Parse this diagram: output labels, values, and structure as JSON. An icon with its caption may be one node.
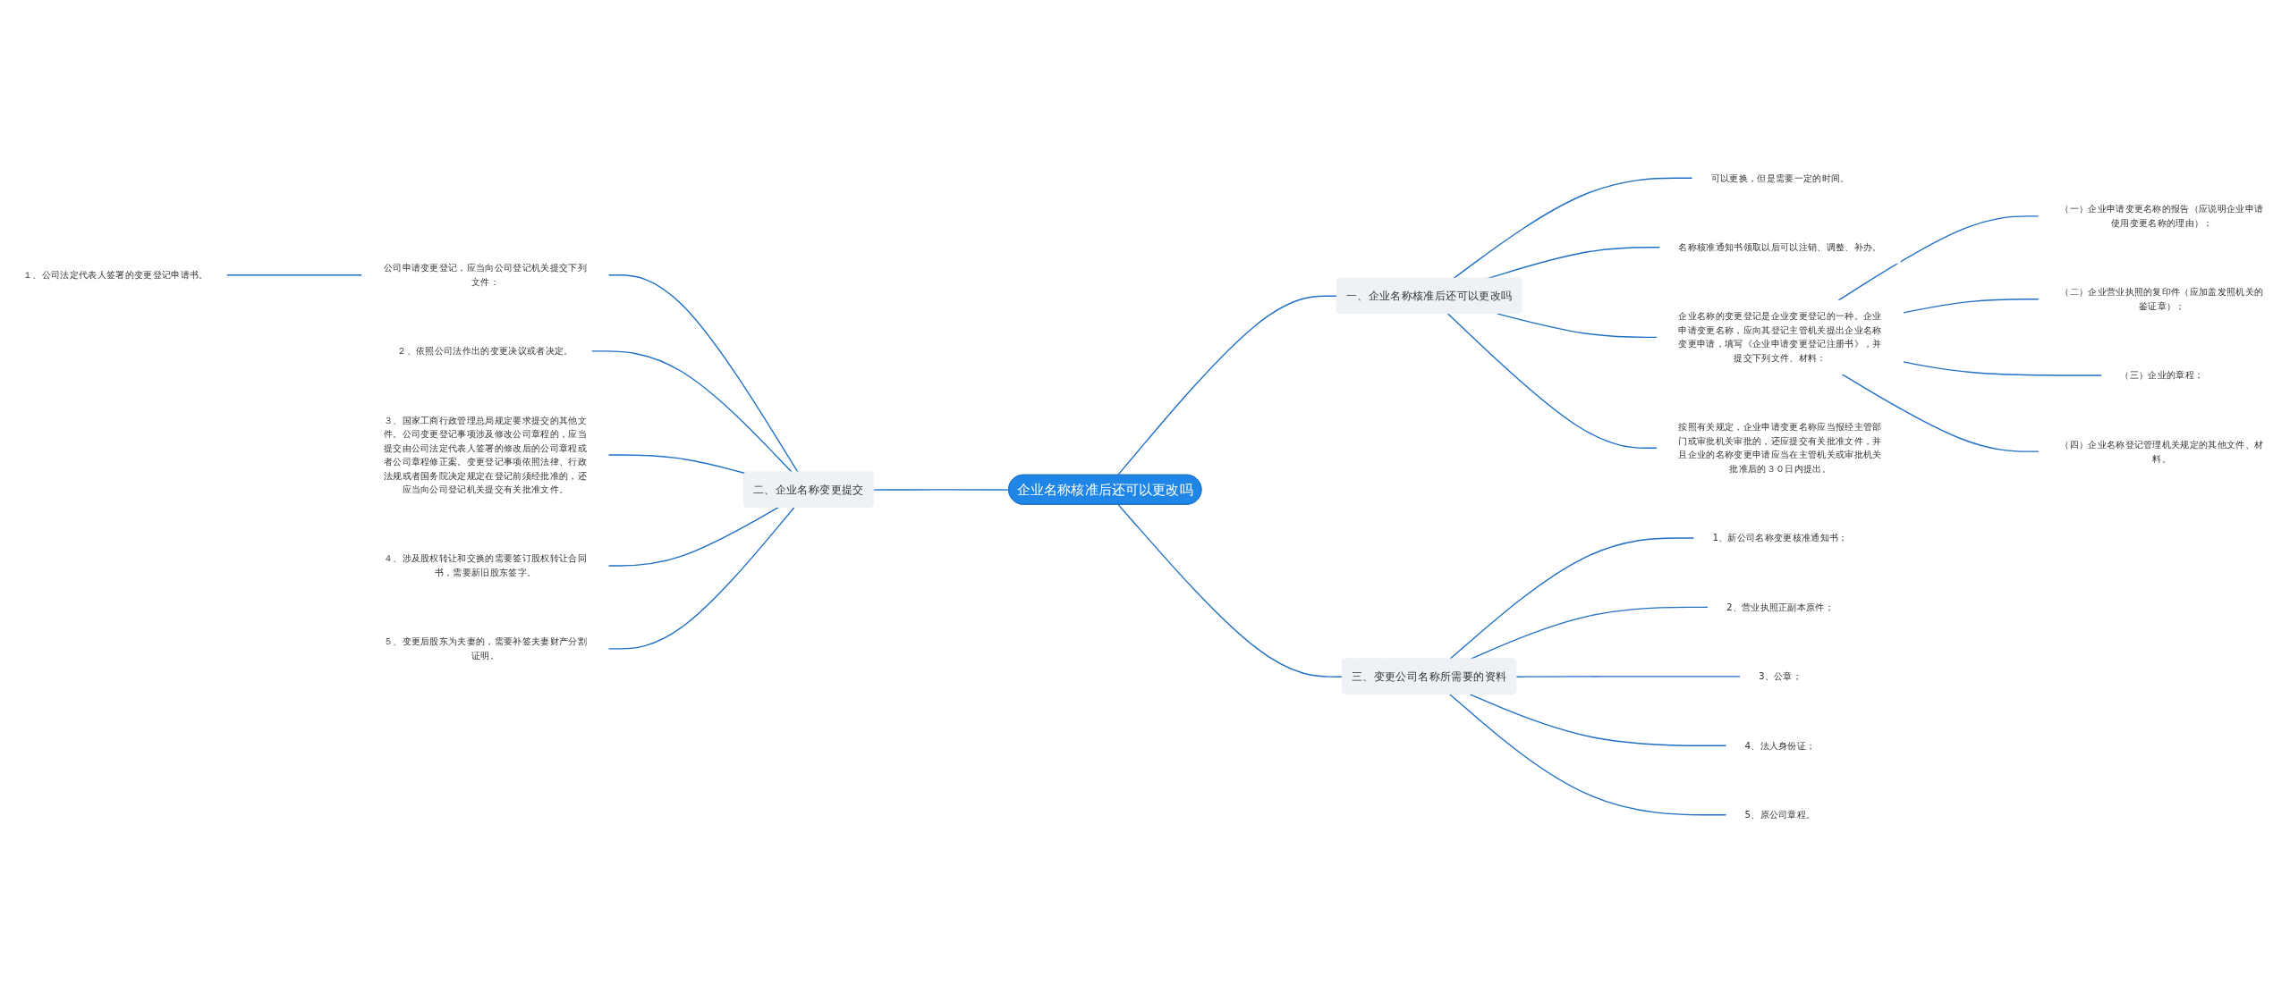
{
  "diagram": {
    "nodes": [
      {
        "text": [
          "企业名称核准后还可以更改吗"
        ]
      },
      {
        "text": [
          "一、企业名称核准后还可以更改吗"
        ]
      },
      {
        "text": [
          "可以更换，但是需要一定的时间。"
        ]
      },
      {
        "text": [
          "名称核准通知书领取以后可以注销、调整、补办。"
        ]
      },
      {
        "text": [
          "企业名称的变更登记是企业变更登记的一种。企业申请变更名称，应向其登记主管机关提出企业名称变更申请，填写《企业申请变更登记注册书》，并提交下列文件、材料："
        ]
      },
      {
        "text": [
          "（一）企业申请变更名称的报告（应说明企业申请使用变更名称的理由）；"
        ]
      },
      {
        "text": [
          "（二）企业营业执照的复印件（应加盖发照机关的鉴证章）；"
        ]
      },
      {
        "text": [
          "（三）企业的章程；"
        ]
      },
      {
        "text": [
          "（四）企业名称登记管理机关规定的其他文件、材料。"
        ]
      },
      {
        "text": [
          "按照有关规定，企业申请变更名称应当报经主管部门或审批机关审批的，还应提交有关批准文件，并且企业的名称变更申请应当在主管机关或审批机关批准后的３０日内提出。"
        ]
      },
      {
        "text": [
          "二、企业名称变更提交"
        ]
      },
      {
        "text": [
          "公司申请变更登记，应当向公司登记机关提交下列文件："
        ]
      },
      {
        "text": [
          "１、公司法定代表人签署的变更登记申请书。"
        ]
      },
      {
        "text": [
          "２、依照公司法作出的变更决议或者决定。"
        ]
      },
      {
        "text": [
          "３、国家工商行政管理总局规定要求提交的其他文件。公司变更登记事项涉及修改公司章程的，应当提交由公司法定代表人签署的修改后的公司章程或者公司章程修正案。变更登记事项依照法律、行政法规或者国务院决定规定在登记前须经批准的，还应当向公司登记机关提交有关批准文件。"
        ]
      },
      {
        "text": [
          "４、涉及股权转让和交换的需要签订股权转让合同书，需要新旧股东签字。"
        ]
      },
      {
        "text": [
          "５、变更后股东为夫妻的，需要补签夫妻财产分割证明。"
        ]
      },
      {
        "text": [
          "三、变更公司名称所需要的资料"
        ]
      },
      {
        "text": [
          "1、新公司名称变更核准通知书；"
        ]
      },
      {
        "text": [
          "2、营业执照正副本原件；"
        ]
      },
      {
        "text": [
          "3、公章；"
        ]
      },
      {
        "text": [
          "4、法人身份证；"
        ]
      },
      {
        "text": [
          "5、原公司章程。"
        ]
      }
    ],
    "edges": [
      {
        "from": 0,
        "to": 1,
        "arrow": "none"
      },
      {
        "from": 1,
        "to": 2,
        "arrow": "none"
      },
      {
        "from": 1,
        "to": 3,
        "arrow": "none"
      },
      {
        "from": 1,
        "to": 4,
        "arrow": "none"
      },
      {
        "from": 4,
        "to": 5,
        "arrow": "none"
      },
      {
        "from": 4,
        "to": 6,
        "arrow": "none"
      },
      {
        "from": 4,
        "to": 7,
        "arrow": "none"
      },
      {
        "from": 4,
        "to": 8,
        "arrow": "none"
      },
      {
        "from": 1,
        "to": 9,
        "arrow": "none"
      },
      {
        "from": 10,
        "to": 0,
        "arrow": "none"
      },
      {
        "from": 11,
        "to": 10,
        "arrow": "none"
      },
      {
        "from": 12,
        "to": 11,
        "arrow": "none"
      },
      {
        "from": 13,
        "to": 10,
        "arrow": "none"
      },
      {
        "from": 14,
        "to": 10,
        "arrow": "none"
      },
      {
        "from": 15,
        "to": 10,
        "arrow": "none"
      },
      {
        "from": 16,
        "to": 10,
        "arrow": "none"
      },
      {
        "from": 0,
        "to": 17,
        "arrow": "none"
      },
      {
        "from": 17,
        "to": 18,
        "arrow": "none"
      },
      {
        "from": 17,
        "to": 19,
        "arrow": "none"
      },
      {
        "from": 17,
        "to": 20,
        "arrow": "none"
      },
      {
        "from": 17,
        "to": 21,
        "arrow": "none"
      },
      {
        "from": 17,
        "to": 22,
        "arrow": "none"
      }
    ]
  }
}
